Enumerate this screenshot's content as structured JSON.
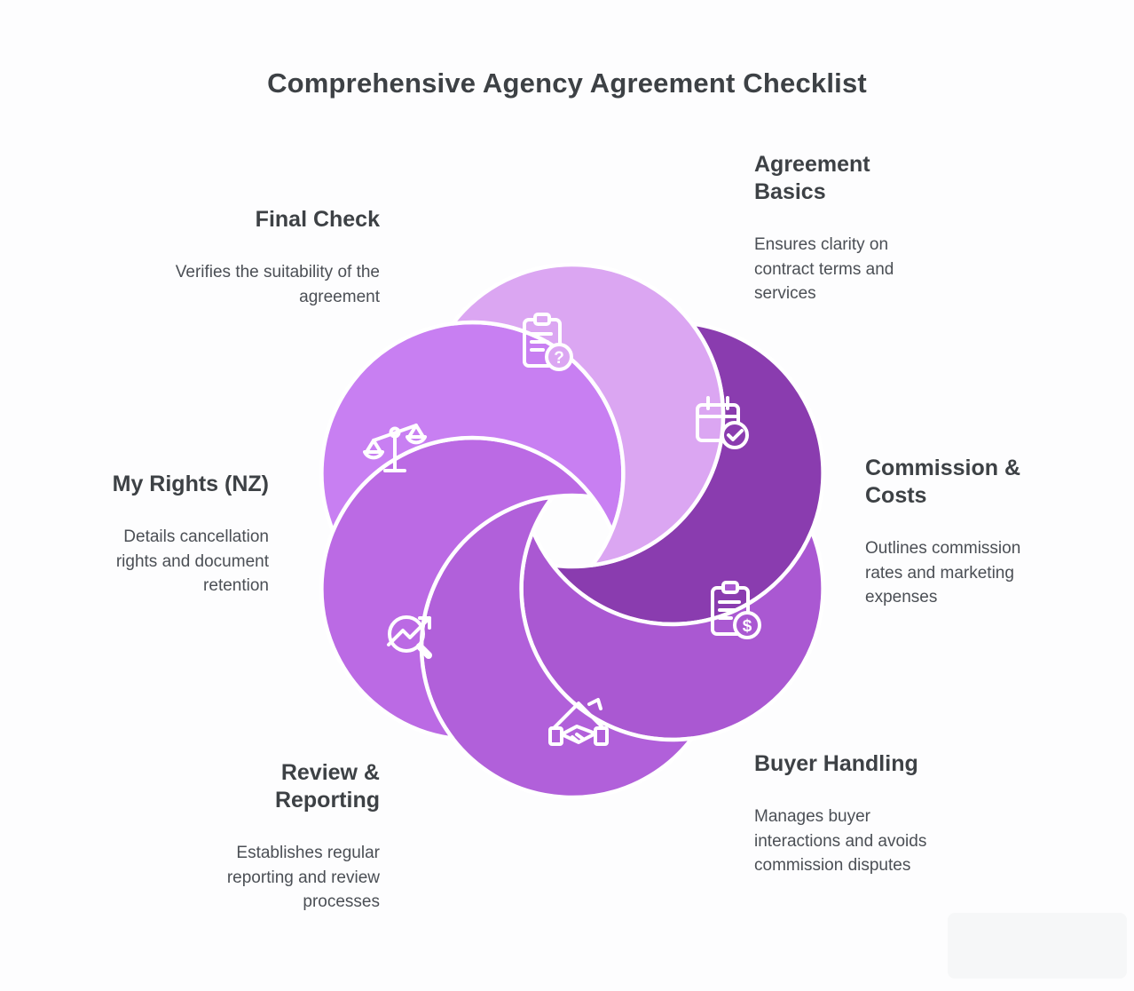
{
  "title": "Comprehensive Agency Agreement Checklist",
  "colors": {
    "background": "#fdfdfe",
    "heading_text": "#3d4145",
    "body_text": "#4b4f55",
    "divider_stroke": "#ffffff",
    "watermark_box": "#f6f7f8"
  },
  "segments": [
    {
      "id": "agreement-basics",
      "label": "Agreement Basics",
      "description": "Ensures clarity on contract terms and services",
      "color": "#8a3caf",
      "icon": "calendar-check-icon"
    },
    {
      "id": "commission-costs",
      "label": "Commission & Costs",
      "description": "Outlines commission rates and marketing expenses",
      "color": "#aa58d2",
      "icon": "clipboard-dollar-icon"
    },
    {
      "id": "buyer-handling",
      "label": "Buyer Handling",
      "description": "Manages buyer interactions and avoids commission disputes",
      "color": "#b160da",
      "icon": "house-handshake-icon"
    },
    {
      "id": "review-reporting",
      "label": "Review & Reporting",
      "description": "Establishes regular reporting and review processes",
      "color": "#bb6ae4",
      "icon": "magnifier-trend-icon"
    },
    {
      "id": "my-rights",
      "label": "My Rights (NZ)",
      "description": "Details cancellation rights and document retention",
      "color": "#c87ff2",
      "icon": "scales-icon"
    },
    {
      "id": "final-check",
      "label": "Final Check",
      "description": "Verifies the suitability of the agreement",
      "color": "#dba6f2",
      "icon": "clipboard-question-icon"
    }
  ],
  "badge_glyphs": {
    "question": "?",
    "dollar": "$"
  }
}
